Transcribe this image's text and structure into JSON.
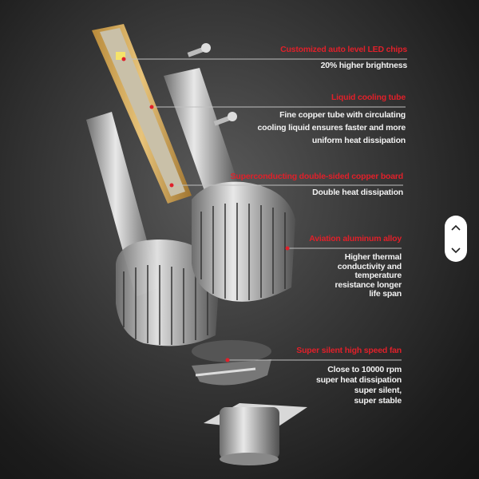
{
  "features": [
    {
      "title": "Customized auto level LED chips",
      "desc": [
        "20% higher brightness"
      ]
    },
    {
      "title": "Liquid cooling tube",
      "desc": [
        "Fine copper tube with circulating",
        "cooling liquid ensures faster and more",
        "uniform heat  dissipation"
      ]
    },
    {
      "title": "Superconducting double-sided copper board",
      "desc": [
        "Double heat dissipation"
      ]
    },
    {
      "title": "Aviation aluminum alloy",
      "desc": [
        "Higher thermal",
        "conductivity and",
        "temperature",
        "resistance longer",
        "life span"
      ]
    },
    {
      "title": "Super silent high speed fan",
      "desc": [
        "Close to 10000 rpm",
        "super heat dissipation",
        "super silent,",
        "super stable"
      ]
    }
  ],
  "colors": {
    "accent": "#e0202a",
    "text": "#f2f2f2",
    "leader_line": "#bfbfbf"
  },
  "scroll_controls": {
    "up_icon": "chevron-up-icon",
    "down_icon": "chevron-down-icon"
  }
}
